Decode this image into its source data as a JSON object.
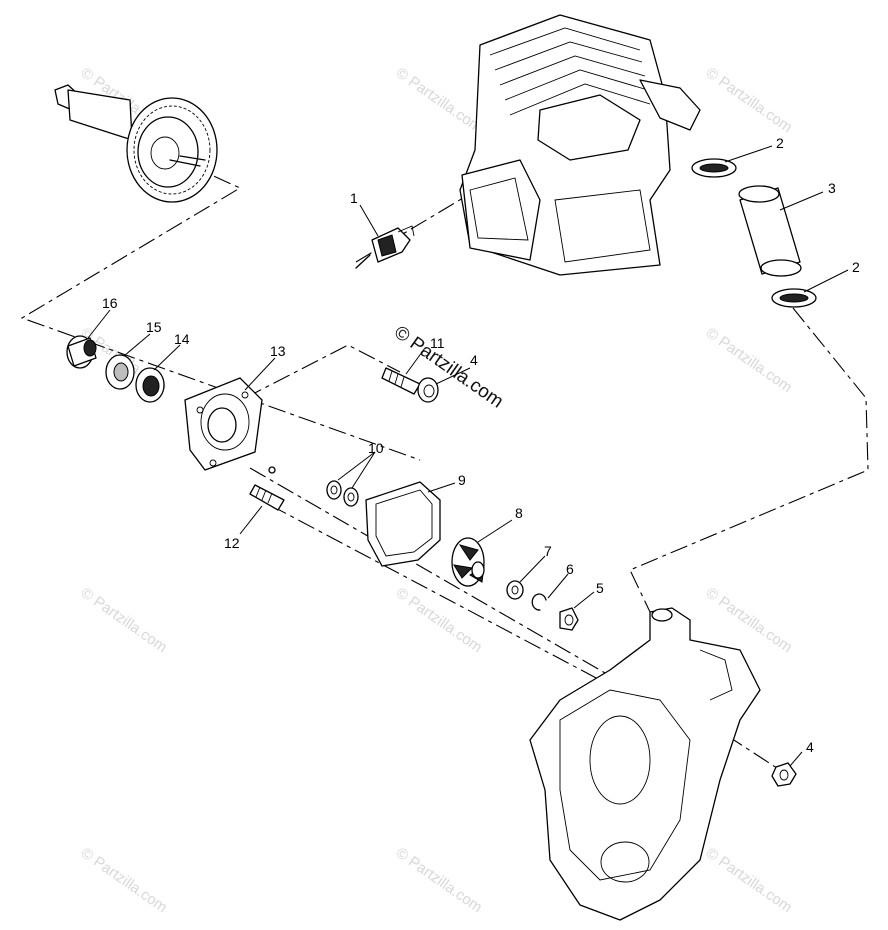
{
  "watermark": {
    "text": "© Partzilla.com",
    "center_text": "© Partzilla.com"
  },
  "callouts": {
    "p1": "1",
    "p2a": "2",
    "p2b": "2",
    "p3": "3",
    "p4a": "4",
    "p4b": "4",
    "p5": "5",
    "p6": "6",
    "p7": "7",
    "p8": "8",
    "p9": "9",
    "p10": "10",
    "p11": "11",
    "p12": "12",
    "p13": "13",
    "p14": "14",
    "p15": "15",
    "p16": "16"
  }
}
